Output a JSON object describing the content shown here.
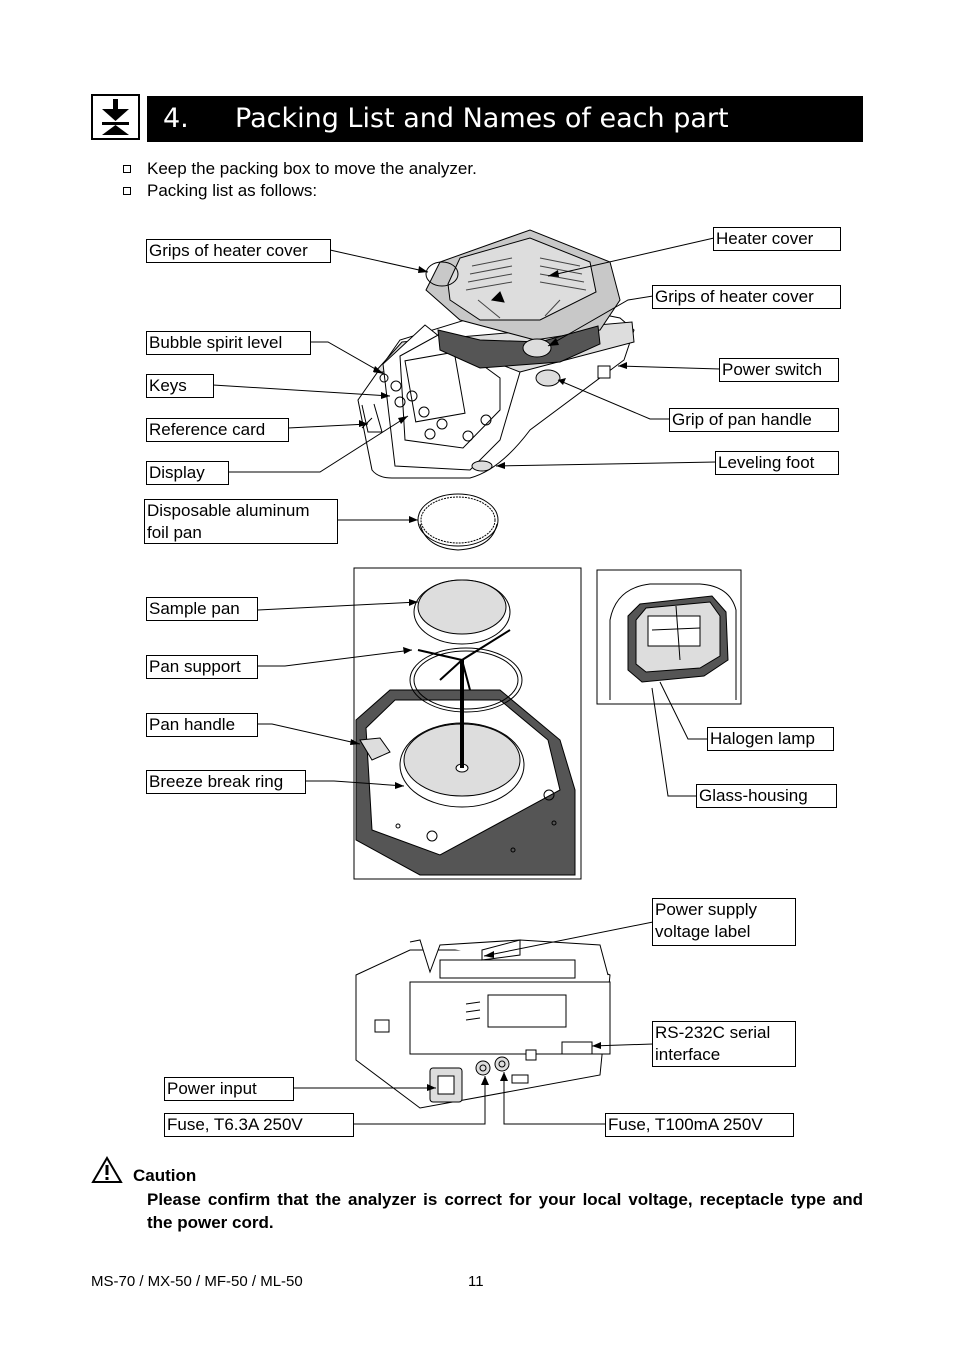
{
  "header": {
    "number": "4.",
    "title": "Packing List and Names of each part"
  },
  "bullets": [
    "Keep the packing box to move the analyzer.",
    "Packing list as follows:"
  ],
  "labels": {
    "grips_heater_cover_left": "Grips of heater cover",
    "heater_cover": "Heater cover",
    "grips_heater_cover_right": "Grips of heater cover",
    "bubble_spirit_level": "Bubble spirit level",
    "keys": "Keys",
    "power_switch": "Power switch",
    "reference_card": "Reference card",
    "grip_pan_handle": "Grip of pan handle",
    "display": "Display",
    "leveling_foot": "Leveling foot",
    "disposable_pan_line1": "Disposable aluminum",
    "disposable_pan_line2": "foil pan",
    "sample_pan": "Sample pan",
    "pan_support": "Pan support",
    "pan_handle": "Pan handle",
    "breeze_break_ring": "Breeze break ring",
    "halogen_lamp": "Halogen lamp",
    "glass_housing": "Glass-housing",
    "power_supply_line1": "Power supply",
    "power_supply_line2": "voltage label",
    "rs232c_line1": "RS-232C serial",
    "rs232c_line2": "interface",
    "power_input": "Power input",
    "fuse_left": "Fuse, T6.3A 250V",
    "fuse_right": "Fuse, T100mA 250V"
  },
  "caution": {
    "title": "Caution",
    "body": "Please confirm that the analyzer is correct for your local voltage, receptacle type and the power cord."
  },
  "footer": {
    "models": "MS-70 / MX-50 / MF-50 / ML-50",
    "page": "11"
  },
  "icons": {
    "section": "download-arrow-icon",
    "caution": "warning-triangle-icon"
  }
}
